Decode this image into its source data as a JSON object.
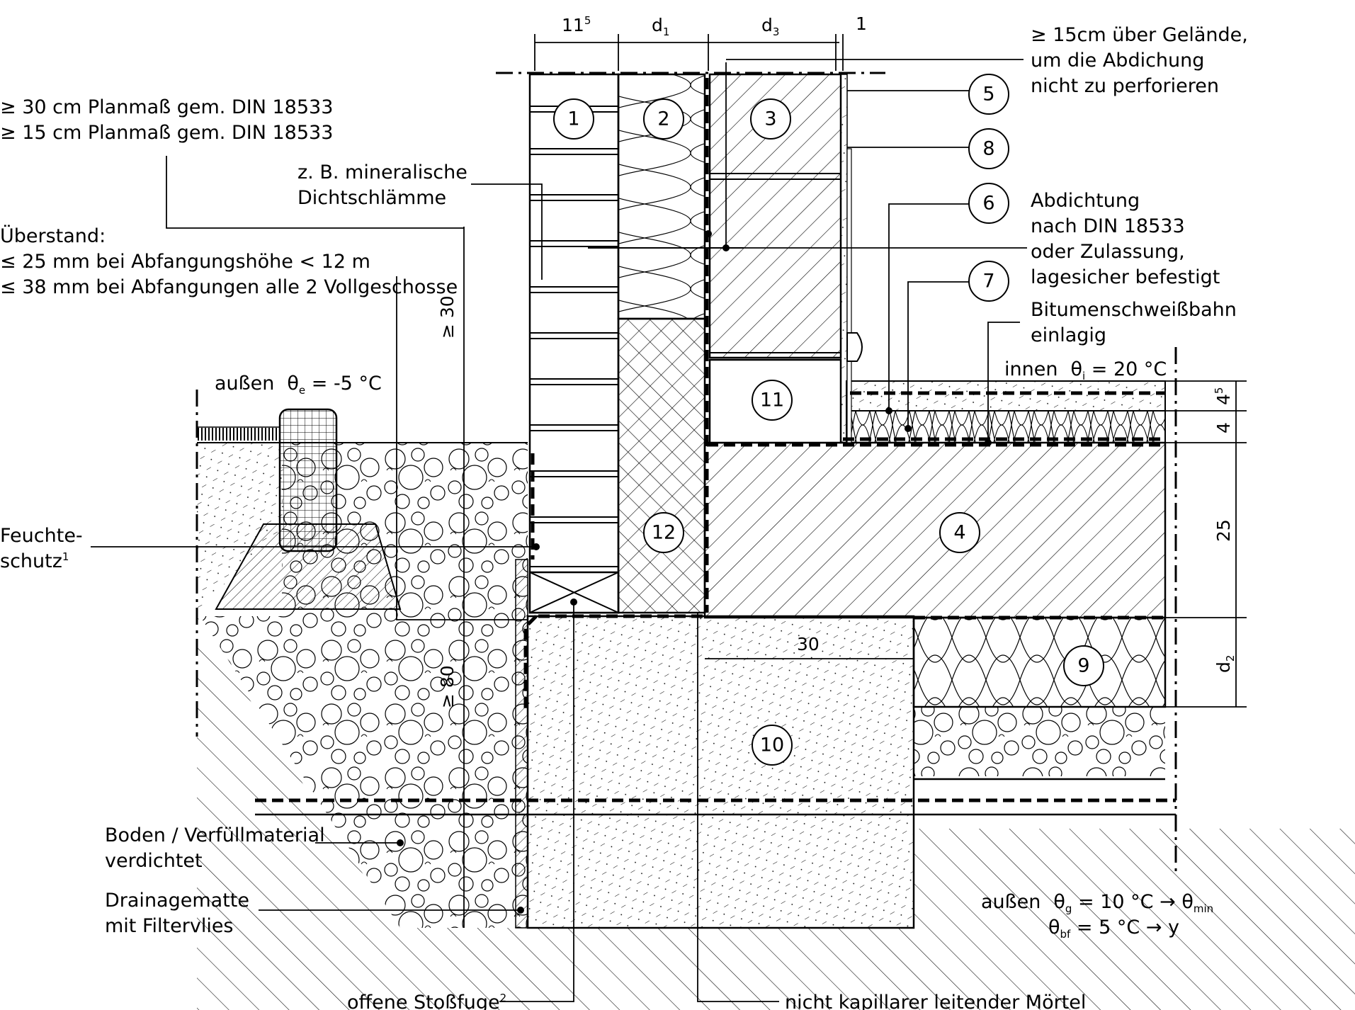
{
  "dimensions": {
    "top_brick": "11",
    "top_brick_sup": "5",
    "top_d1": "d",
    "top_d1_sub": "1",
    "top_d3": "d",
    "top_d3_sub": "3",
    "top_gap": "1",
    "ge30": "≥ 30",
    "ge80": "≥ 80",
    "right_45": "4",
    "right_45_sup": "5",
    "right_4": "4",
    "right_25": "25",
    "right_d2": "d",
    "right_d2_sub": "2",
    "slab_30": "30"
  },
  "labels": {
    "planmass_1": "≥ 30 cm Planmaß gem. DIN 18533",
    "planmass_2": "≥ 15 cm  Planmaß gem. DIN 18533",
    "ueberstand_title": "Überstand:",
    "ueberstand_1": "≤ 25 mm bei Abfangungshöhe < 12 m",
    "ueberstand_2": "≤ 38 mm bei Abfangungen alle 2 Vollgeschosse",
    "dichtschlaemme_1": "z. B. mineralische",
    "dichtschlaemme_2": "Dichtschlämme",
    "ueber_gelaende_1": "≥ 15cm über Gelände,",
    "ueber_gelaende_2": "um die Abdichung",
    "ueber_gelaende_3": "nicht zu perforieren",
    "abdichtung_1": "Abdichtung",
    "abdichtung_2": "nach DIN 18533",
    "abdichtung_3": "oder Zulassung,",
    "abdichtung_4": "lagesicher befestigt",
    "bitumen_1": "Bitumenschweißbahn",
    "bitumen_2": "einlagig",
    "innen": "innen",
    "innen_theta": "θ",
    "innen_theta_sub": "i",
    "innen_value": " = 20 °C",
    "aussen_top": "außen",
    "aussen_top_theta": "θ",
    "aussen_top_theta_sub": "e",
    "aussen_top_value": " = -5 °C",
    "feuchte_1": "Feuchte-",
    "feuchte_2": "schutz",
    "feuchte_sup": "1",
    "boden_1": "Boden / Verfüllmaterial",
    "boden_2": "verdichtet",
    "drainage_1": "Drainagematte",
    "drainage_2": "mit Filtervlies",
    "stossfuge": "offene Stoßfuge",
    "stossfuge_sup": "2",
    "moertel": "nicht kapillarer leitender Mörtel",
    "aussen_bottom": "außen",
    "theta_g": "θ",
    "theta_g_sub": "g",
    "theta_g_value": "  = 10 °C  → θ",
    "theta_g_min": "min",
    "theta_bf": "θ",
    "theta_bf_sub": "bf",
    "theta_bf_value": "  =   5 °C  → y"
  },
  "markers": [
    "1",
    "2",
    "3",
    "4",
    "5",
    "6",
    "7",
    "8",
    "9",
    "10",
    "11",
    "12"
  ]
}
